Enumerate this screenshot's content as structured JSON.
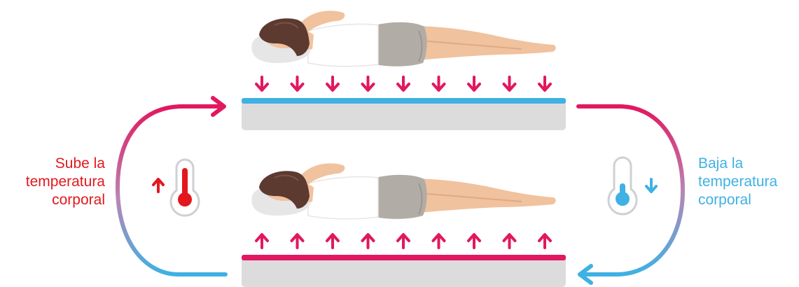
{
  "colors": {
    "pink": "#e2175f",
    "blue": "#3fb1e3",
    "mattress_gray": "#dddcdd",
    "thermo_red": "#e2181e",
    "thermo_blue": "#3fb1e3",
    "thermo_outline": "#cfd0d4",
    "label_red": "#e2181e",
    "label_blue": "#3fb1e3"
  },
  "left_label": {
    "lines": [
      "Sube la",
      "temperatura",
      "corporal"
    ]
  },
  "right_label": {
    "lines": [
      "Baja la",
      "temperatura",
      "corporal"
    ]
  },
  "top_stage": {
    "arrow_direction": "down",
    "arrow_count": 9,
    "mattress_top_color": "blue"
  },
  "bottom_stage": {
    "arrow_direction": "up",
    "arrow_count": 9,
    "mattress_top_color": "pink"
  },
  "icons": {
    "left_thermometer": "thermometer-hot-icon",
    "left_arrow": "arrow-up-icon",
    "right_thermometer": "thermometer-cold-icon",
    "right_arrow": "arrow-down-icon"
  }
}
